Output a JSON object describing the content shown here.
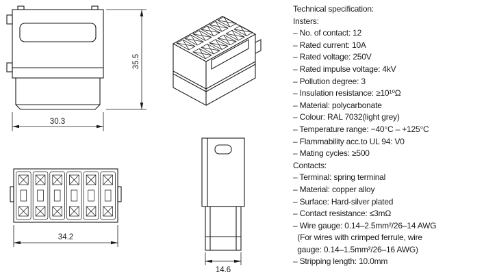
{
  "page": {
    "background": "#ffffff",
    "line_color": "#1a1a1a"
  },
  "drawings": {
    "side_view": {
      "width_dim": "30.3",
      "height_dim": "35.5"
    },
    "isometric_view": {
      "contact_rows": 2,
      "contact_cols": 6
    },
    "front_view": {
      "width_dim": "34.2"
    },
    "profile_view": {
      "width_dim": "14.6"
    }
  },
  "specs": {
    "lines": [
      "Technical specification:",
      "Insters:",
      "– No. of contact: 12",
      "– Rated current: 10A",
      "– Rated voltage: 250V",
      "– Rated impulse voltage: 4kV",
      "– Pollution degree: 3",
      "– Insulation resistance: ≥10¹⁰Ω",
      "– Material: polycarbonate",
      "– Colour: RAL 7032(light grey)",
      "– Temperature range: −40°C – +125°C",
      "– Flammability acc.to UL 94: V0",
      "– Mating cycles: ≥500",
      "Contacts:",
      "– Terminal: spring terminal",
      "– Material: copper alloy",
      "– Surface: Hard-silver plated",
      "– Contact resistance: ≤3mΩ",
      "– Wire gauge: 0.14–2.5mm²/26–14 AWG",
      "  (For wires with crimped ferrule, wire",
      "  gauge: 0.14–1.5mm²/26–16 AWG)",
      "– Stripping length: 10.0mm"
    ]
  }
}
